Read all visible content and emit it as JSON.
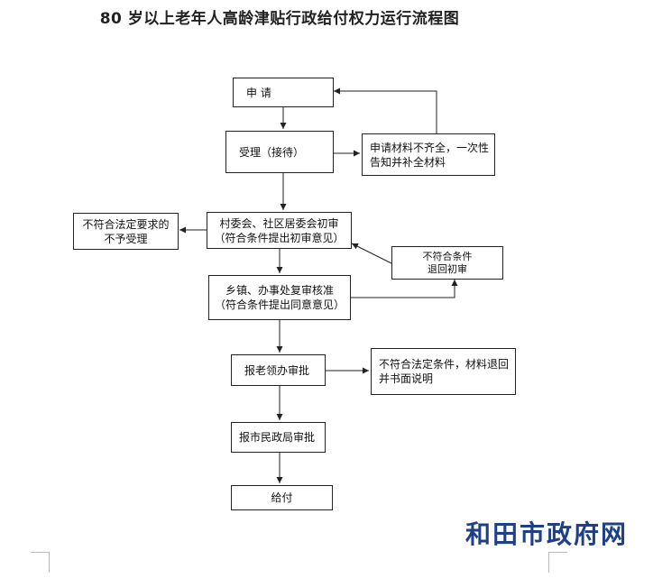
{
  "title": "80 岁以上老年人高龄津贴行政给付权力运行流程图",
  "nodes": {
    "apply": "申 请",
    "accept": "受理（接待）",
    "incomplete": [
      "申请材料不齐全，一次性",
      "告知并补全材料"
    ],
    "village": [
      "村委会、社区居委会初审",
      "（符合条件提出初审意见）"
    ],
    "reject_initial": [
      "不符合法定要求的",
      "不予受理"
    ],
    "return_initial": [
      "不符合条件",
      "退回初审"
    ],
    "township": [
      "乡镇、办事处复审核准",
      "（符合条件提出同意意见）"
    ],
    "county": "报老领办审批",
    "return_written": [
      "不符合法定条件，材料退回",
      "并书面说明"
    ],
    "city": "报市民政局审批",
    "payment": "给付"
  },
  "watermark": "和田市政府网",
  "colors": {
    "watermark": "#1f3f86",
    "line": "#222222"
  }
}
